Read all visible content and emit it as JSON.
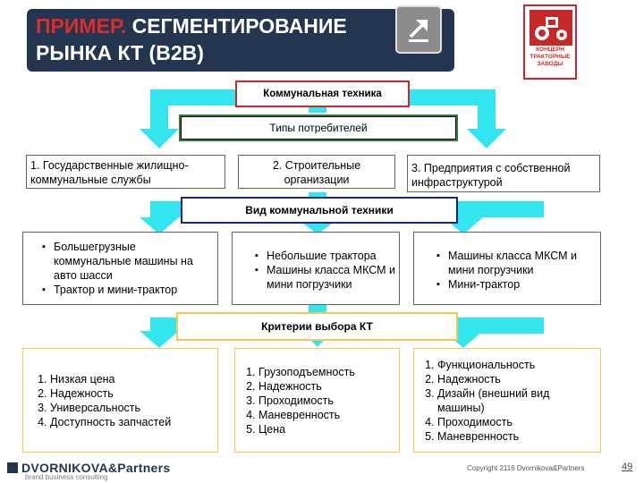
{
  "title": {
    "accent": "ПРИМЕР.",
    "line1_rest": " СЕГМЕНТИРОВАНИЕ",
    "line2": "РЫНКА КТ (B2B)"
  },
  "logo": {
    "lines": [
      "КОНЦЕРН",
      "ТРАКТОРНЫЕ",
      "ЗАВОДЫ"
    ]
  },
  "top_header": "Коммунальная техника",
  "consumer_header": "Типы потребителей",
  "consumers": [
    "1. Государственные жилищно-коммунальные службы",
    "2. Строительные организации",
    "3. Предприятия с собственной инфраструктурой"
  ],
  "type_header": "Вид коммунальной техники",
  "types": [
    [
      "Большегрузные коммунальные машины на авто шасси",
      "Трактор и мини-трактор"
    ],
    [
      "Небольшие трактора",
      "Машины класса МКСМ и мини погрузчики"
    ],
    [
      "Машины класса МКСМ и мини погрузчики",
      "Мини-трактор"
    ]
  ],
  "criteria_header": "Критерии выбора КТ",
  "criteria": [
    [
      "Низкая цена",
      "Надежность",
      "Универсальность",
      "Доступность запчастей"
    ],
    [
      "Грузоподъемность",
      "Надежность",
      "Проходимость",
      "Маневренность",
      "Цена"
    ],
    [
      "Функциональность",
      "Надежность",
      "Дизайн (внешний вид машины)",
      "Проходимость",
      "Маневренность"
    ]
  ],
  "footer": {
    "brand": "DVORNIKOVA&Partners",
    "brand_sub": "brand business consulting",
    "copyright": "Copyright 2116 Dvornikova&Partners",
    "page_number": "49"
  },
  "colors": {
    "banner": "#24364f",
    "accent": "#d92c2c",
    "arrow": "#33e5ee",
    "frame_red": "#c62828",
    "frame_green": "#2e7d32",
    "frame_blue": "#1a237e",
    "frame_yellow": "#f2c94c"
  },
  "icons": [
    "arrow-up-right-icon",
    "tractor-logo-icon",
    "brand-logo-icon"
  ]
}
